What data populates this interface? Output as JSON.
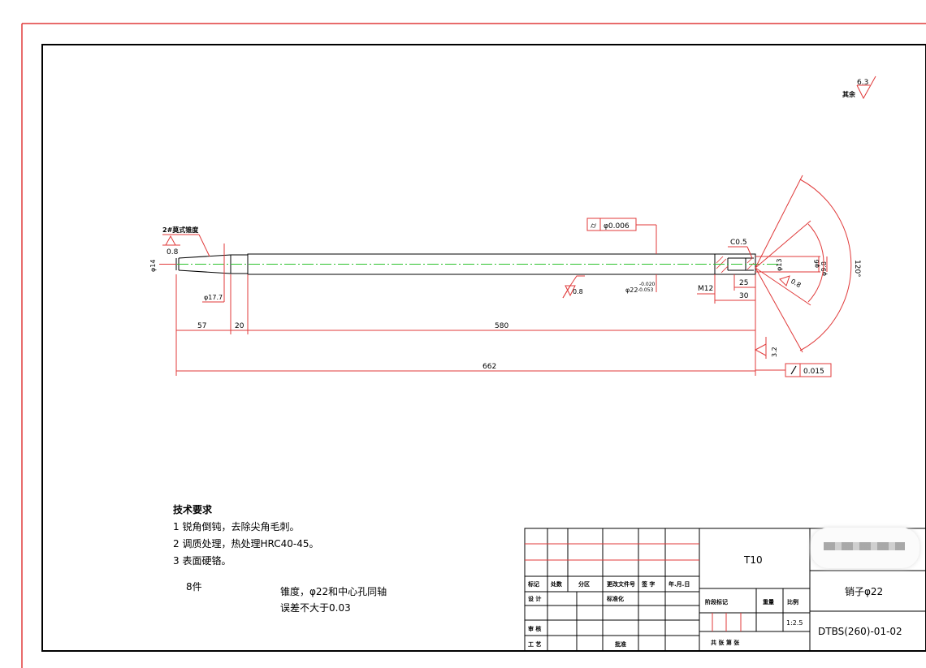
{
  "surface_roughness": {
    "general": "6.3",
    "general_label": "其余"
  },
  "dims": {
    "taper_label": "2#莫式锥度",
    "rough_taper": "0.8",
    "d14": "φ14",
    "d17_7": "φ17.7",
    "len57": "57",
    "len20": "20",
    "len580": "580",
    "len662": "662",
    "straightness": "φ0.006",
    "rough_mid": "0.8",
    "d22": "φ22",
    "tol_upper": "-0.020",
    "tol_lower": "-0.053",
    "chamfer": "C0.5",
    "thread": "M12",
    "d13": "φ13",
    "d9_8": "φ9.8",
    "d6": "φ6",
    "len25": "25",
    "len30": "30",
    "rough_center": "0.8",
    "angle": "120°",
    "rough_end": "3.2",
    "runout": "0.015"
  },
  "requirements": {
    "title": "技术要求",
    "items": [
      "1 锐角倒钝，去除尖角毛刺。",
      "2 调质处理，热处理HRC40-45。",
      "3 表面硬铬。"
    ],
    "quantity": "8件",
    "note1": "锥度，φ22和中心孔同轴",
    "note2": "误差不大于0.03"
  },
  "title_block": {
    "headers": [
      "标记",
      "处数",
      "分区",
      "更改文件号",
      "签 字",
      "年.月.日"
    ],
    "design": "设 计",
    "standard": "标准化",
    "review": "审 核",
    "process": "工 艺",
    "approve": "批准",
    "material": "T10",
    "stage_label": "阶段标记",
    "weight_label": "重量",
    "scale_label": "比例",
    "scale": "1:2.5",
    "sheets": "共   张   第   张",
    "part_name": "销子φ22",
    "drawing_no": "DTBS(260)-01-02"
  }
}
